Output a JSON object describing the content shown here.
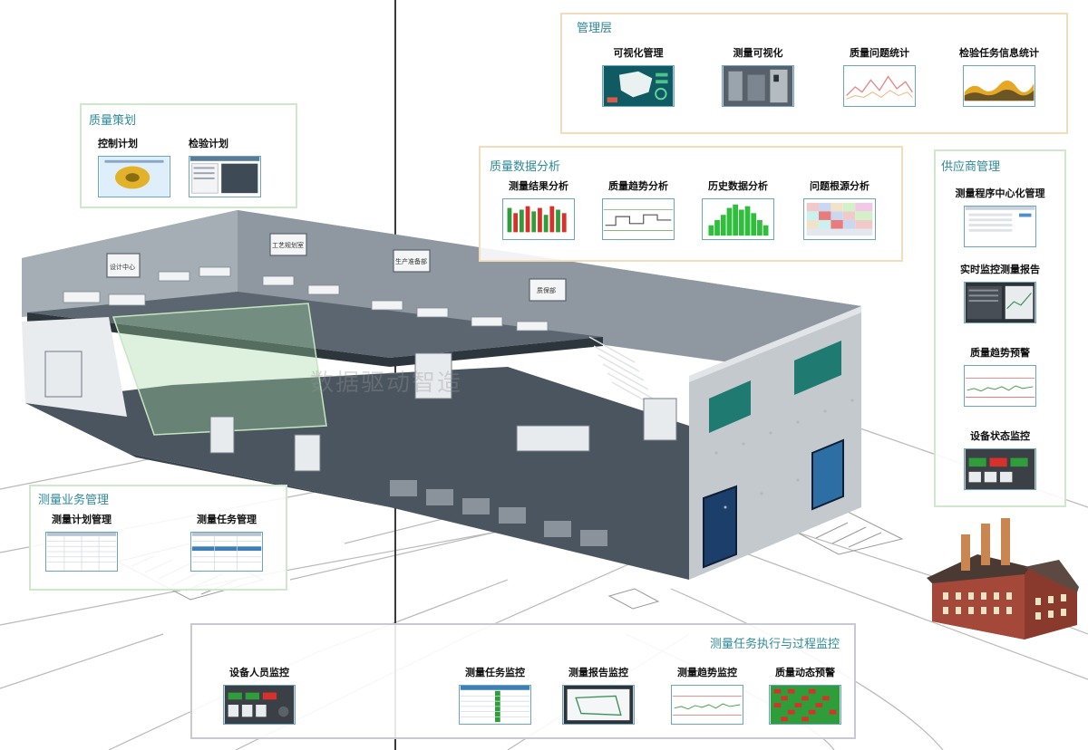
{
  "panels": {
    "management": {
      "title": "管理层",
      "modules": [
        {
          "label": "可视化管理",
          "thumb": "china-map-dashboard"
        },
        {
          "label": "测量可视化",
          "thumb": "factory-photo"
        },
        {
          "label": "质量问题统计",
          "thumb": "line-trend"
        },
        {
          "label": "检验任务信息统计",
          "thumb": "area-chart"
        }
      ]
    },
    "planning": {
      "title": "质量策划",
      "modules": [
        {
          "label": "控制计划",
          "thumb": "cad-part"
        },
        {
          "label": "检验计划",
          "thumb": "software-window"
        }
      ]
    },
    "analysis": {
      "title": "质量数据分析",
      "modules": [
        {
          "label": "测量结果分析",
          "thumb": "bar-chart-red-green"
        },
        {
          "label": "质量趋势分析",
          "thumb": "step-trend"
        },
        {
          "label": "历史数据分析",
          "thumb": "green-histogram"
        },
        {
          "label": "问题根源分析",
          "thumb": "heatmap-grid"
        }
      ]
    },
    "supplier": {
      "title": "供应商管理",
      "modules": [
        {
          "label": "测量程序中心化管理",
          "thumb": "list-window"
        },
        {
          "label": "实时监控测量报告",
          "thumb": "dark-report"
        },
        {
          "label": "质量趋势预警",
          "thumb": "trend-chart"
        },
        {
          "label": "设备状态监控",
          "thumb": "status-dashboard"
        }
      ]
    },
    "business": {
      "title": "测量业务管理",
      "modules": [
        {
          "label": "测量计划管理",
          "thumb": "table-grid"
        },
        {
          "label": "测量任务管理",
          "thumb": "table-grid"
        }
      ]
    },
    "execution": {
      "title": "测量任务执行与过程监控",
      "modules": [
        {
          "label": "设备人员监控",
          "thumb": "status-dashboard"
        },
        {
          "label": "测量任务监控",
          "thumb": "table-grid"
        },
        {
          "label": "测量报告监控",
          "thumb": "outline-report"
        },
        {
          "label": "测量趋势监控",
          "thumb": "trend-chart"
        },
        {
          "label": "质量动态预警",
          "thumb": "red-green-grid"
        }
      ]
    }
  },
  "building": {
    "signs": [
      "设计中心",
      "工艺规划室",
      "生产准备部",
      "质保部"
    ]
  },
  "watermark": "数据驱动智造",
  "colors": {
    "panel_title": "#2e8a98",
    "orange_border": "#f3dcbc",
    "green_border": "#cfe8cb",
    "gray_border": "#c9c9d3",
    "thumb_border": "#6aa5bb"
  }
}
